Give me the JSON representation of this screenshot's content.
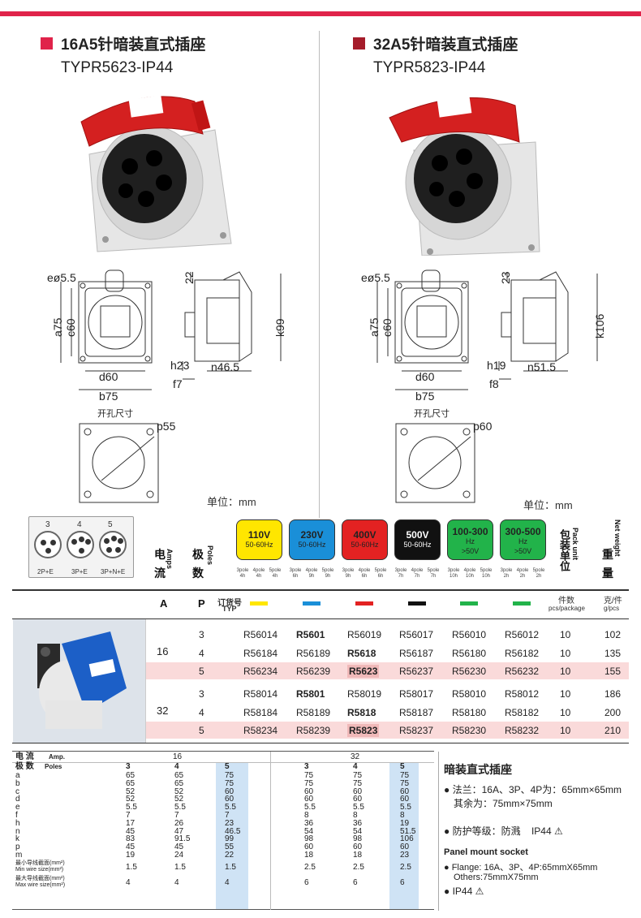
{
  "products": [
    {
      "title": "16A5针暗装直式插座",
      "model": "TYPR5623-IP44",
      "color": "#e0234a",
      "dims": {
        "e": "eø5.5",
        "m": "22",
        "a": "a75",
        "c": "c60",
        "k": "k99",
        "h": "h23",
        "f": "f7",
        "n": "n46.5",
        "d": "d60",
        "b": "b75",
        "p": "p55"
      }
    },
    {
      "title": "32A5针暗装直式插座",
      "model": "TYPR5823-IP44",
      "color": "#a51c2a",
      "dims": {
        "e": "eø5.5",
        "m": "23",
        "a": "a75",
        "c": "c60",
        "k": "k106",
        "h": "h19",
        "f": "f8",
        "n": "n51.5",
        "d": "d60",
        "b": "b75",
        "p": "p60"
      }
    }
  ],
  "cutout_label": "开孔尺寸",
  "unit_label": "单位：mm",
  "plug_icons": [
    {
      "num": "3",
      "label": "2P+E"
    },
    {
      "num": "4",
      "label": "3P+E"
    },
    {
      "num": "5",
      "label": "3P+N+E"
    }
  ],
  "headers": {
    "amps_cn1": "电",
    "amps_cn2": "流",
    "amps_en": "Amps",
    "poles_cn1": "极",
    "poles_cn2": "数",
    "poles_en": "Poles",
    "pack_cn": "包装单位",
    "pack_en": "Pack unit",
    "weight_cn1": "重",
    "weight_cn2": "量",
    "weight_en": "Net weight",
    "col_a": "A",
    "col_p": "P",
    "order_cn": "订货号",
    "order_en": "TYP",
    "pack_sub1": "件数",
    "pack_sub2": "pcs/package",
    "weight_sub1": "克/件",
    "weight_sub2": "g/pcs"
  },
  "voltages": [
    {
      "v": "110V",
      "hz": "50-60Hz",
      "bg": "#ffe600",
      "fg": "#111",
      "poles": [
        "3pole 4h",
        "4pole 4h",
        "5pole 4h"
      ],
      "swatch": "#ffe600"
    },
    {
      "v": "230V",
      "hz": "50-60Hz",
      "bg": "#1a8fd8",
      "fg": "#111",
      "poles": [
        "3pole 6h",
        "4pole 9h",
        "5pole 9h"
      ],
      "swatch": "#1a8fd8"
    },
    {
      "v": "400V",
      "hz": "50-60Hz",
      "bg": "#e32222",
      "fg": "#111",
      "poles": [
        "3pole 9h",
        "4pole 6h",
        "5pole 6h"
      ],
      "swatch": "#e32222"
    },
    {
      "v": "500V",
      "hz": "50-60Hz",
      "bg": "#111111",
      "fg": "#fff",
      "poles": [
        "3pole 7h",
        "4pole 7h",
        "5pole 7h"
      ],
      "swatch": "#111111"
    },
    {
      "v": "100-300",
      "hz": "Hz",
      "hz2": ">50V",
      "bg": "#22b34a",
      "fg": "#111",
      "poles": [
        "3pole 10h",
        "4pole 10h",
        "5pole 10h"
      ],
      "swatch": "#22b34a"
    },
    {
      "v": "300-500",
      "hz": "Hz",
      "hz2": ">50V",
      "bg": "#22b34a",
      "fg": "#111",
      "poles": [
        "3pole 2h",
        "4pole 2h",
        "5pole 2h"
      ],
      "swatch": "#22b34a"
    }
  ],
  "rows": [
    {
      "amp": "16",
      "p": "3",
      "codes": [
        "R56014",
        "R5601",
        "R56019",
        "R56017",
        "R56010",
        "R56012"
      ],
      "pack": "10",
      "weight": "102",
      "bold": 1
    },
    {
      "amp": "",
      "p": "4",
      "codes": [
        "R56184",
        "R56189",
        "R5618",
        "R56187",
        "R56180",
        "R56182"
      ],
      "pack": "10",
      "weight": "135",
      "bold": 2
    },
    {
      "amp": "",
      "p": "5",
      "codes": [
        "R56234",
        "R56239",
        "R5623",
        "R56237",
        "R56230",
        "R56232"
      ],
      "pack": "10",
      "weight": "155",
      "bold": 2,
      "hl": true
    },
    {
      "amp": "32",
      "p": "3",
      "codes": [
        "R58014",
        "R5801",
        "R58019",
        "R58017",
        "R58010",
        "R58012"
      ],
      "pack": "10",
      "weight": "186",
      "bold": 1
    },
    {
      "amp": "",
      "p": "4",
      "codes": [
        "R58184",
        "R58189",
        "R5818",
        "R58187",
        "R58180",
        "R58182"
      ],
      "pack": "10",
      "weight": "200",
      "bold": 2
    },
    {
      "amp": "",
      "p": "5",
      "codes": [
        "R58234",
        "R58239",
        "R5823",
        "R58237",
        "R58230",
        "R58232"
      ],
      "pack": "10",
      "weight": "210",
      "bold": 2,
      "hl": true
    }
  ],
  "dim_table": {
    "amp_label": "电 流",
    "amp_en": "Amp.",
    "poles_label": "极 数",
    "poles_en": "Poles",
    "amp16": "16",
    "amp32": "32",
    "poles": [
      "3",
      "4",
      "5",
      "3",
      "4",
      "5"
    ],
    "rows": [
      {
        "k": "a",
        "v": [
          "65",
          "65",
          "75",
          "75",
          "75",
          "75"
        ]
      },
      {
        "k": "b",
        "v": [
          "65",
          "65",
          "75",
          "75",
          "75",
          "75"
        ]
      },
      {
        "k": "c",
        "v": [
          "52",
          "52",
          "60",
          "60",
          "60",
          "60"
        ]
      },
      {
        "k": "d",
        "v": [
          "52",
          "52",
          "60",
          "60",
          "60",
          "60"
        ]
      },
      {
        "k": "e",
        "v": [
          "5.5",
          "5.5",
          "5.5",
          "5.5",
          "5.5",
          "5.5"
        ]
      },
      {
        "k": "f",
        "v": [
          "7",
          "7",
          "7",
          "8",
          "8",
          "8"
        ]
      },
      {
        "k": "h",
        "v": [
          "17",
          "26",
          "23",
          "36",
          "36",
          "19"
        ]
      },
      {
        "k": "n",
        "v": [
          "45",
          "47",
          "46.5",
          "54",
          "54",
          "51.5"
        ]
      },
      {
        "k": "k",
        "v": [
          "83",
          "91.5",
          "99",
          "98",
          "98",
          "106"
        ]
      },
      {
        "k": "p",
        "v": [
          "45",
          "45",
          "55",
          "60",
          "60",
          "60"
        ]
      },
      {
        "k": "m",
        "v": [
          "19",
          "24",
          "22",
          "18",
          "18",
          "23"
        ]
      },
      {
        "k": "最小导线截面(mm²)",
        "sub": "Min wire size(mm²)",
        "v": [
          "1.5",
          "1.5",
          "1.5",
          "2.5",
          "2.5",
          "2.5"
        ]
      },
      {
        "k": "最大导线截面(mm²)",
        "sub": "Max wire size(mm²)",
        "v": [
          "4",
          "4",
          "4",
          "6",
          "6",
          "6"
        ]
      }
    ]
  },
  "side": {
    "title": "暗装直式插座",
    "flange": "法兰：16A、3P、4P为：65mm×65mm",
    "flange2": "其余为：75mm×75mm",
    "ip": "防护等级：防溅",
    "ip_val": "IP44",
    "en_title": "Panel mount socket",
    "en_flange": "Flange: 16A、3P、4P:65mmX65mm",
    "en_flange2": "Others:75mmX75mm",
    "en_ip": "IP44"
  }
}
